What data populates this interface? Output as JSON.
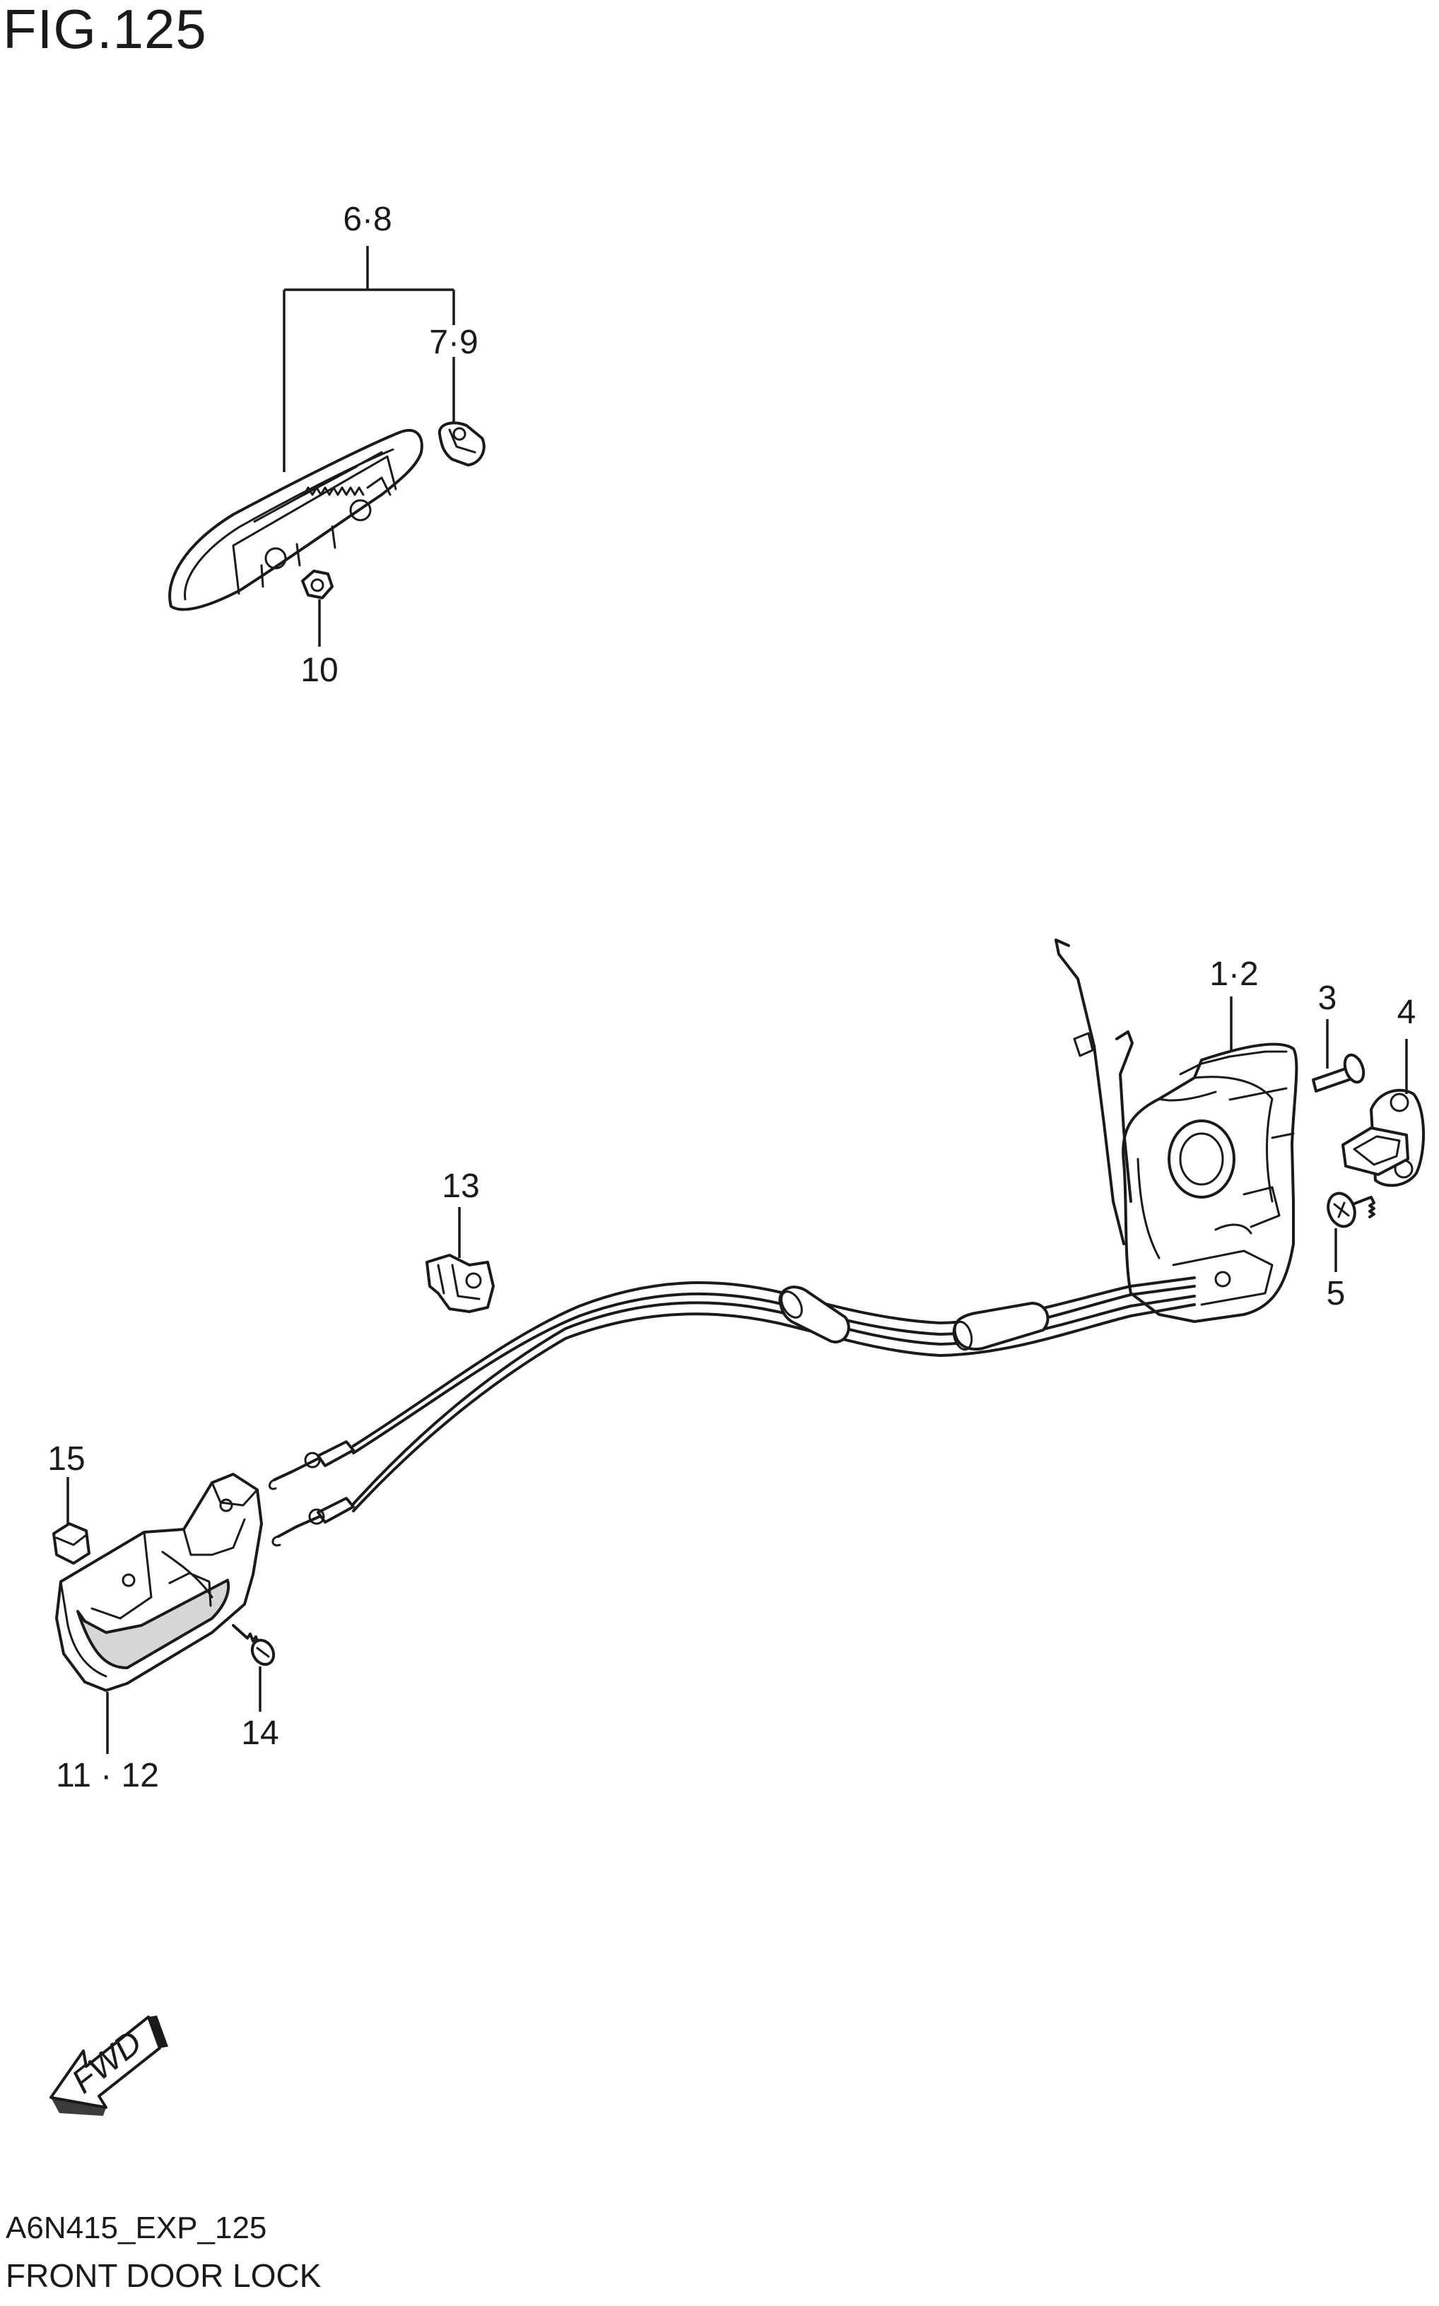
{
  "figure": {
    "title": "FIG.125",
    "code": "A6N415_EXP_125",
    "name": "FRONT DOOR LOCK"
  },
  "callouts": {
    "c1_2": "1·2",
    "c3": "3",
    "c4": "4",
    "c5": "5",
    "c6_8": "6·8",
    "c7_9": "7·9",
    "c10": "10",
    "c11_12": "11 · 12",
    "c13": "13",
    "c14": "14",
    "c15": "15"
  },
  "arrow": {
    "label": "FWD"
  }
}
